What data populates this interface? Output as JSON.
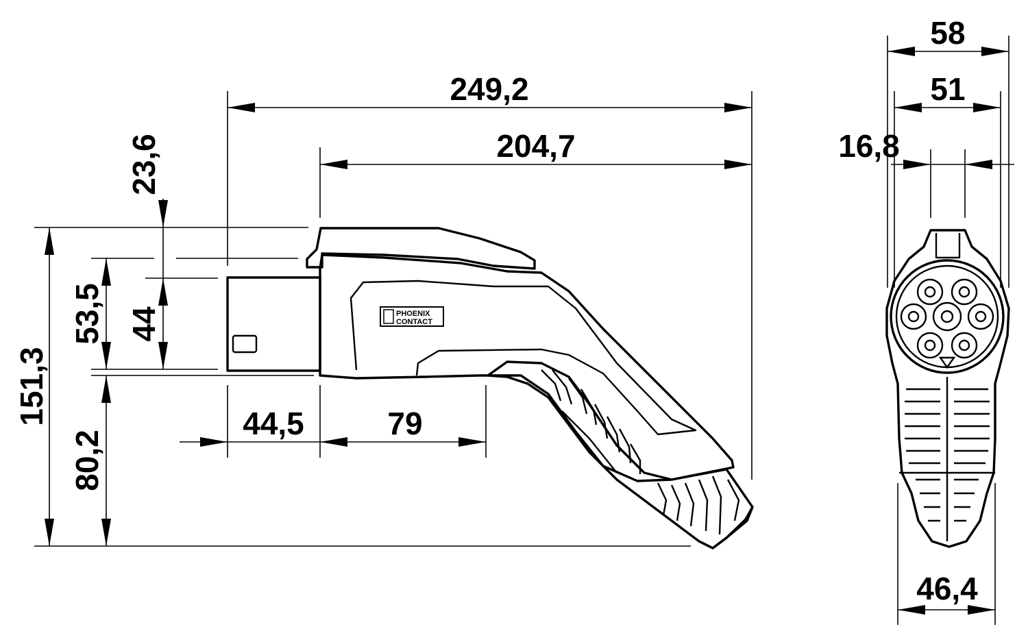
{
  "dimensions": {
    "overall_length": "249,2",
    "body_length": "204,7",
    "top_offset": "23,6",
    "plug_height": "53,5",
    "nose_height": "44",
    "total_height": "151,3",
    "lower_height": "80,2",
    "nose_length": "44,5",
    "grip_offset": "79",
    "front_width": "58",
    "face_width": "51",
    "latch_width": "16,8",
    "handle_width": "46,4"
  },
  "logo": {
    "line1": "PHOENIX",
    "line2": "CONTACT"
  },
  "colors": {
    "line": "#000000",
    "background": "#ffffff"
  }
}
